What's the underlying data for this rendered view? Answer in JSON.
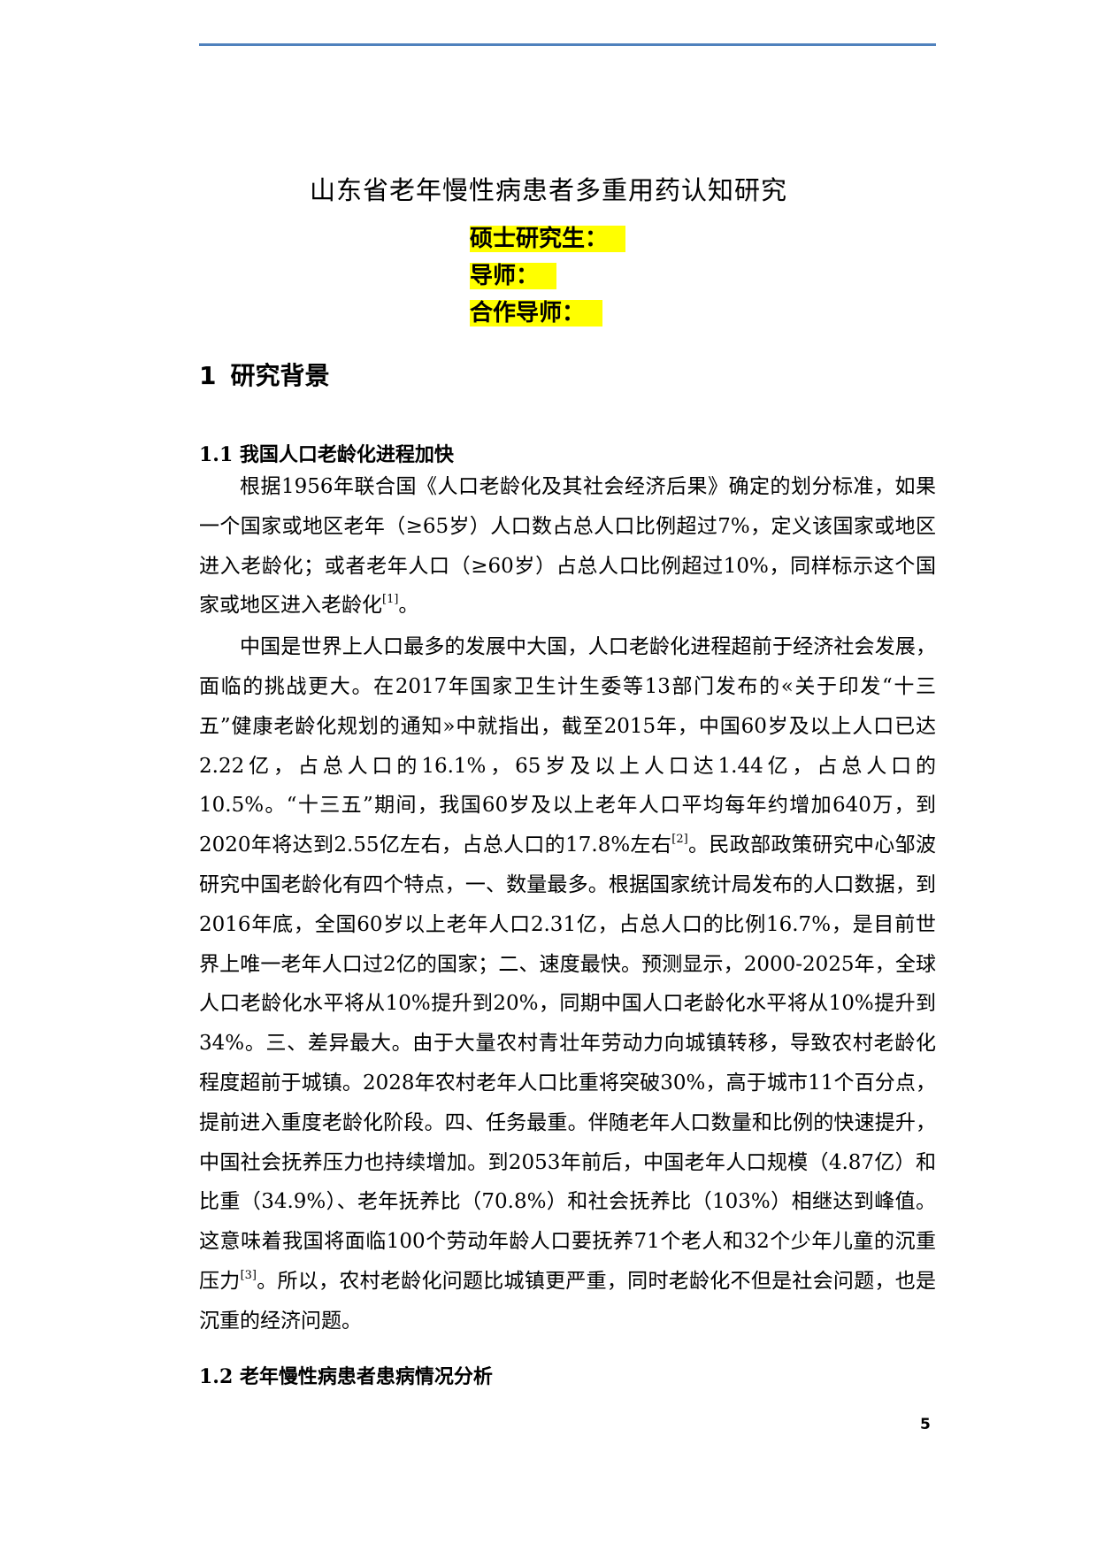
{
  "header": {
    "rule_color": "#4f81bd"
  },
  "document": {
    "title": "山东省老年慢性病患者多重用药认知研究",
    "authors": [
      {
        "label": "硕士研究生："
      },
      {
        "label": "导师："
      },
      {
        "label": "合作导师："
      }
    ],
    "highlight_color": "#ffff00",
    "section1": {
      "number": "1",
      "title": "研究背景"
    },
    "section1_1": {
      "heading": "1.1 我国人口老龄化进程加快",
      "paragraphs": [
        {
          "text": "根据1956年联合国《人口老龄化及其社会经济后果》确定的划分标准，如果一个国家或地区老年（≥65岁）人口数占总人口比例超过7%，定义该国家或地区进入老龄化；或者老年人口（≥60岁）占总人口比例超过10%，同样标示这个国家或地区进入老龄化",
          "citation": "[1]",
          "tail": "。"
        },
        {
          "text": "中国是世界上人口最多的发展中大国，人口老龄化进程超前于经济社会发展，面临的挑战更大。在2017年国家卫生计生委等13部门发布的«关于印发“十三五”健康老龄化规划的通知»中就指出，截至2015年，中国60岁及以上人口已达2.22亿，占总人口的16.1%，65岁及以上人口达1.44亿，占总人口的10.5%。“十三五”期间，我国60岁及以上老年人口平均每年约增加640万，到2020年将达到2.55亿左右，占总人口的17.8%左右",
          "citation": "[2]",
          "tail": "。民政部政策研究中心邹波研究中国老龄化有四个特点，一、数量最多。根据国家统计局发布的人口数据，到2016年底，全国60岁以上老年人口2.31亿，占总人口的比例16.7%，是目前世界上唯一老年人口过2亿的国家；二、速度最快。预测显示，2000-2025年，全球人口老龄化水平将从10%提升到20%，同期中国人口老龄化水平将从10%提升到34%。三、差异最大。由于大量农村青壮年劳动力向城镇转移，导致农村老龄化程度超前于城镇。2028年农村老年人口比重将突破30%，高于城市11个百分点，提前进入重度老龄化阶段。四、任务最重。伴随老年人口数量和比例的快速提升，中国社会抚养压力也持续增加。到2053年前后，中国老年人口规模（4.87亿）和比重（34.9%）、老年抚养比（70.8%）和社会抚养比（103%）相继达到峰值。这意味着我国将面临100个劳动年龄人口要抚养71个老人和32个少年儿童的沉重压力",
          "citation2": "[3]",
          "tail2": "。所以，农村老龄化问题比城镇更严重，同时老龄化不但是社会问题，也是沉重的经济问题。"
        }
      ]
    },
    "section1_2": {
      "heading": "1.2 老年慢性病患者患病情况分析"
    }
  },
  "footer": {
    "page_number": "5"
  }
}
